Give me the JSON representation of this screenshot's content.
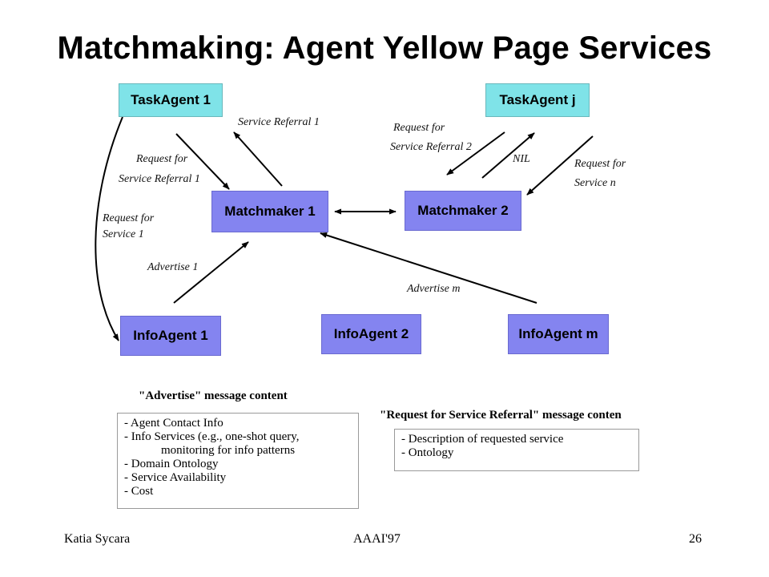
{
  "title": "Matchmaking: Agent Yellow Page Services",
  "nodes": {
    "task_agent_1": "TaskAgent 1",
    "task_agent_j": "TaskAgent j",
    "matchmaker_1": "Matchmaker 1",
    "matchmaker_2": "Matchmaker 2",
    "info_agent_1": "InfoAgent 1",
    "info_agent_2": "InfoAgent 2",
    "info_agent_m": "InfoAgent m"
  },
  "edge_labels": {
    "service_referral_1": "Service Referral 1",
    "request_for_referral_1_a": "Request for",
    "request_for_referral_1_b": "Service Referral 1",
    "request_for_service_1_a": "Request for",
    "request_for_service_1_b": "Service 1",
    "advertise_1": "Advertise 1",
    "request_for_referral_2_a": "Request for",
    "request_for_referral_2_b": "Service Referral 2",
    "nil": "NIL",
    "request_for_service_n_a": "Request for",
    "request_for_service_n_b": "Service n",
    "advertise_m": "Advertise m"
  },
  "advertise_box": {
    "heading": "\"Advertise\" message content",
    "items": [
      "- Agent Contact Info",
      "- Info Services (e.g., one-shot query,",
      "monitoring for info patterns",
      "- Domain Ontology",
      "- Service Availability",
      "- Cost"
    ]
  },
  "referral_box": {
    "heading": "\"Request for Service Referral\" message conten",
    "items": [
      "- Description of requested service",
      "- Ontology"
    ]
  },
  "footer": {
    "author": "Katia Sycara",
    "venue": "AAAI'97",
    "page": "26"
  },
  "colors": {
    "task_agent": "#7fe3e8",
    "matchmaker": "#8484f0",
    "info_agent": "#8484f0"
  }
}
